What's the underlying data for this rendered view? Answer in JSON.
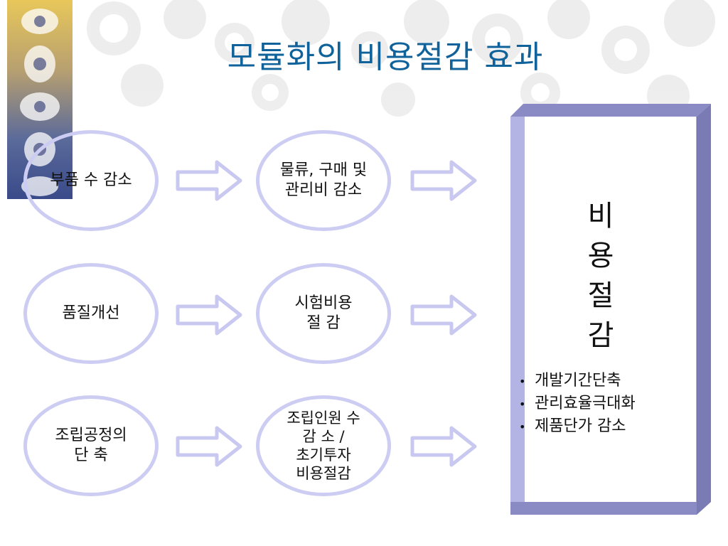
{
  "slide": {
    "title": "모듈화의 비용절감 효과"
  },
  "left_column": [
    {
      "text": "부품 수 감소"
    },
    {
      "text": "품질개선"
    },
    {
      "text": "조립공정의\n단  축"
    }
  ],
  "middle_column": [
    {
      "text": "물류, 구매 및\n관리비 감소"
    },
    {
      "text": "시험비용\n절 감"
    },
    {
      "text": "조립인원 수\n감 소  /\n초기투자\n비용절감"
    }
  ],
  "result_box": {
    "title_chars": [
      "비",
      "용",
      "절",
      "감"
    ],
    "bullets": [
      "개발기간단축",
      "관리효율극대화",
      "제품단가 감소"
    ]
  },
  "colors": {
    "title": "#10629a",
    "ellipse_border": "#cdcdf3",
    "arrow": "#c8c8f0",
    "box_face": "#9a9ad0",
    "box_dark": "#6a6aa0"
  }
}
